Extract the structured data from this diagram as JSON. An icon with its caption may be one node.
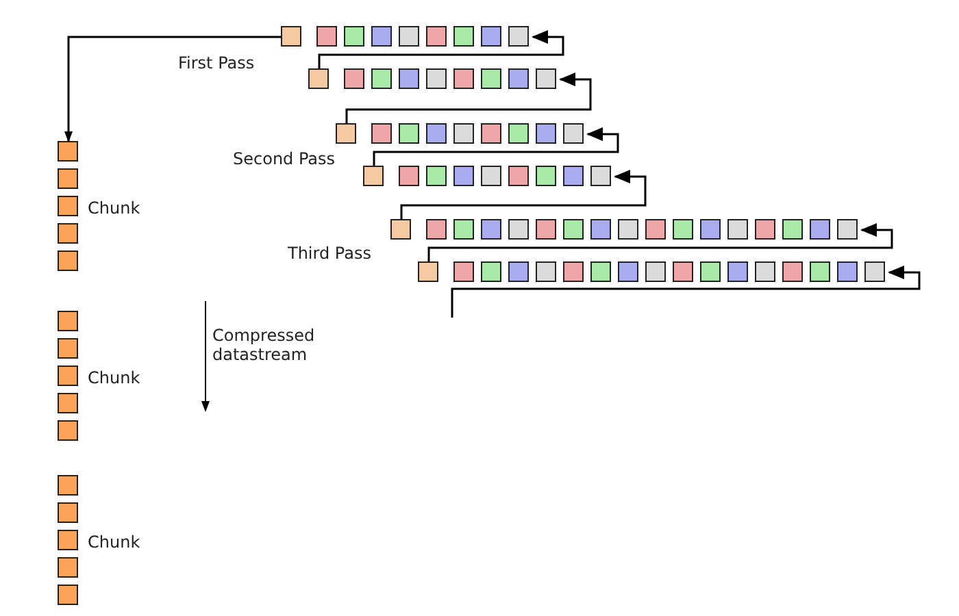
{
  "diagram": {
    "nodes": [
      {
        "text": [],
        "shape": "bar"
      },
      {
        "text": [],
        "shape": "bar"
      },
      {
        "text": [],
        "shape": "bar"
      },
      {
        "text": [],
        "shape": "bar"
      },
      {
        "text": [],
        "shape": "bar"
      },
      {
        "text": [],
        "shape": "bar"
      },
      {
        "text": [],
        "shape": "box",
        "beside": [
          "Chunk"
        ]
      },
      {
        "text": [],
        "shape": "box",
        "beside": [
          "Chunk"
        ]
      },
      {
        "text": [],
        "shape": "box",
        "beside": [
          "Chunk"
        ]
      }
    ],
    "edges": [
      {
        "from": 0,
        "to": 6,
        "arrow": "to"
      },
      {
        "from": 1,
        "to": 0,
        "arrow": "to"
      },
      {
        "from": 2,
        "to": 1,
        "arrow": "to"
      },
      {
        "from": 3,
        "to": 2,
        "arrow": "to"
      },
      {
        "from": 4,
        "to": 3,
        "arrow": "to"
      },
      {
        "from": 5,
        "to": 4,
        "arrow": "to"
      },
      {
        "from": null,
        "to": 5,
        "arrow": "to"
      }
    ],
    "labels": [
      "First Pass",
      "Second Pass",
      "Third Pass",
      "Compressed datastream"
    ]
  }
}
